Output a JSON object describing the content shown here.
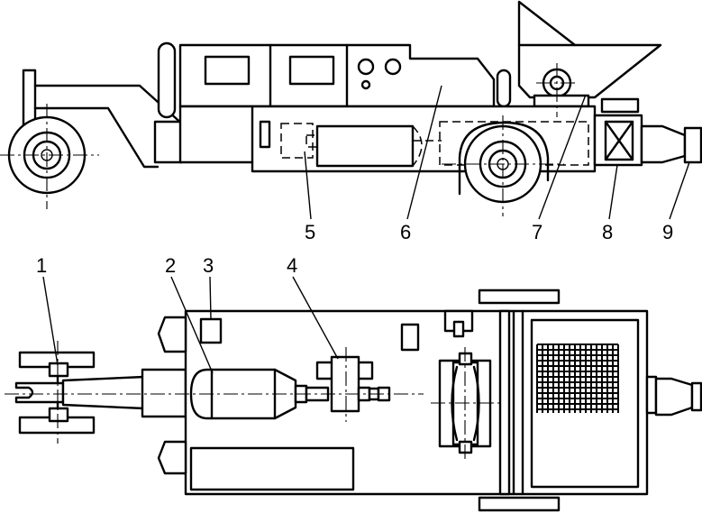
{
  "labels": {
    "side_view": [
      "5",
      "6",
      "7",
      "8",
      "9"
    ],
    "top_view": [
      "1",
      "2",
      "3",
      "4"
    ]
  }
}
